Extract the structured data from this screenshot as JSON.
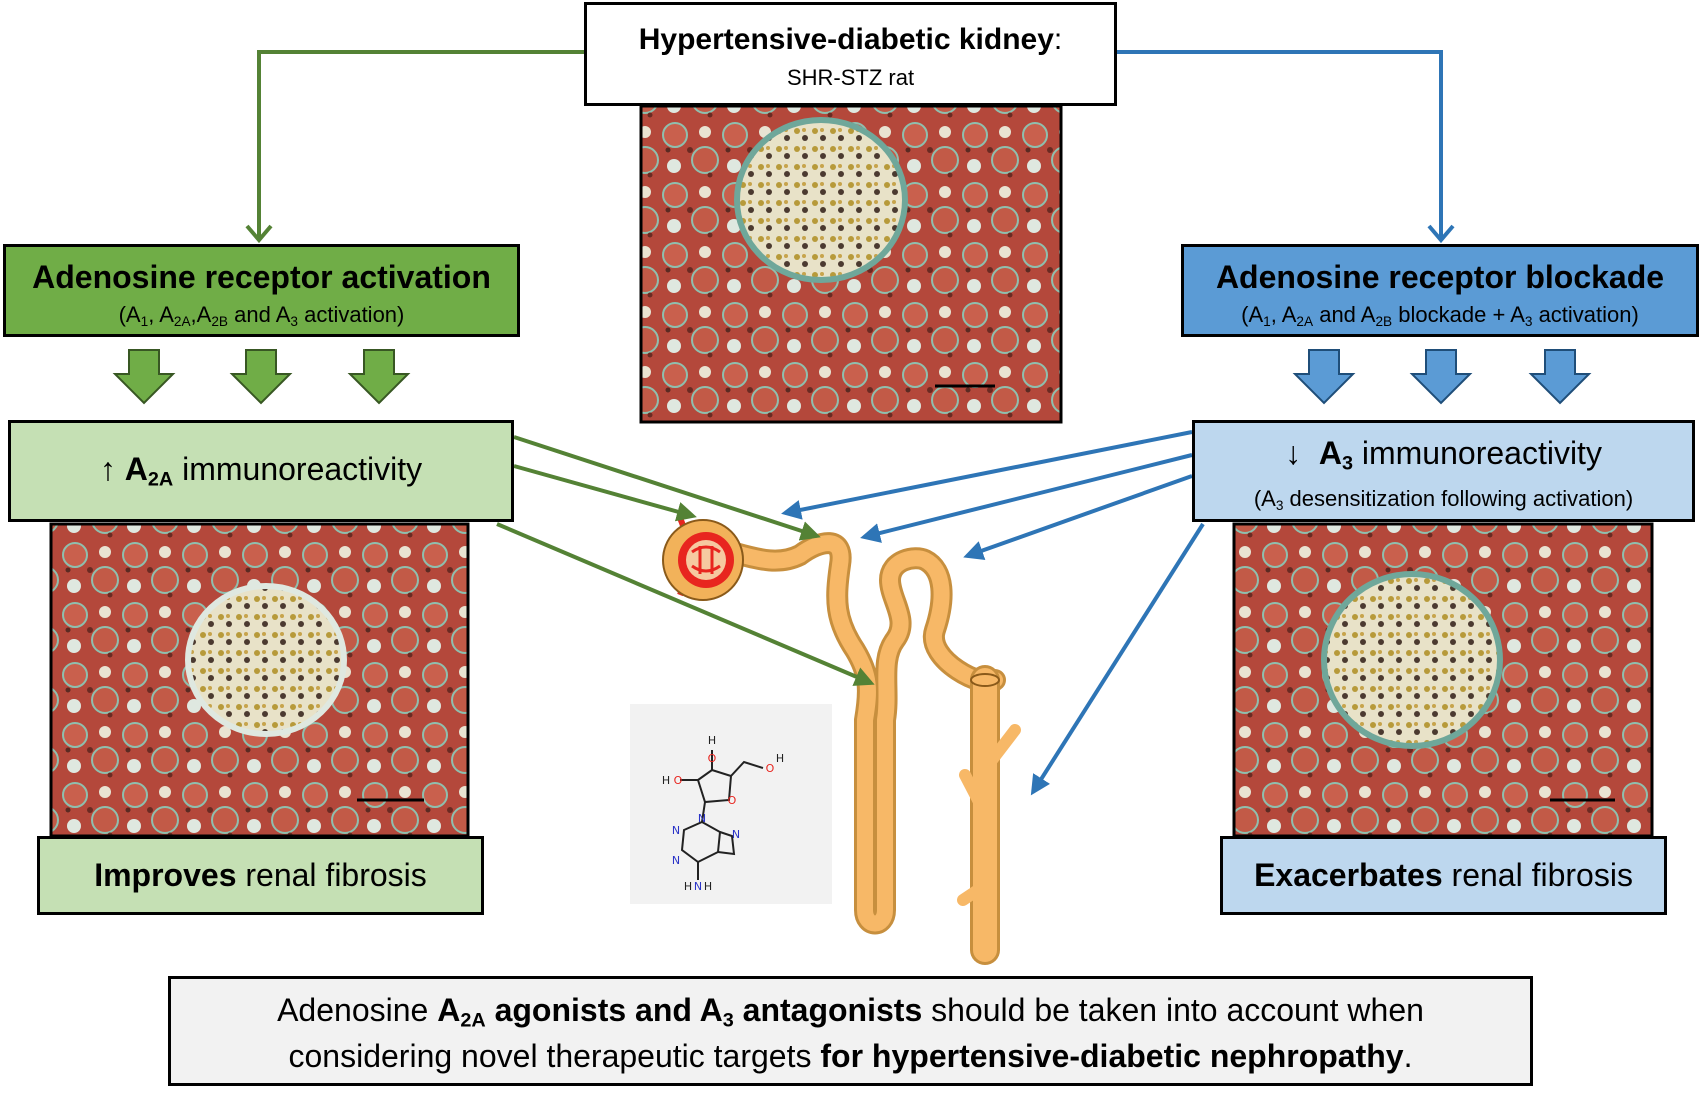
{
  "top": {
    "title": "Hypertensive-diabetic kidney",
    "colon": ":",
    "subtitle": "SHR-STZ rat"
  },
  "left": {
    "heading": "Adenosine receptor activation",
    "sub": {
      "open": "(A",
      "s1": "1",
      "t1": ", A",
      "s2": "2A",
      "t2": ",A",
      "s3": "2B",
      "t3": " and A",
      "s4": "3",
      "t4": " activation)"
    },
    "ir": {
      "arrow": "↑",
      "a": "A",
      "sub": "2A",
      "rest": " immunoreactivity"
    },
    "result": {
      "bold": "Improves",
      "rest": " renal fibrosis"
    }
  },
  "right": {
    "heading": "Adenosine receptor blockade",
    "sub": {
      "open": "(A",
      "s1": "1",
      "t1": ", A",
      "s2": "2A",
      "t2": " and A",
      "s3": "2B",
      "t3": " blockade + A",
      "s4": "3",
      "t4": " activation)"
    },
    "ir": {
      "arrow": "↓",
      "a": "A",
      "sub": "3",
      "rest": " immunoreactivity",
      "note_a": "(A",
      "note_sub": "3",
      "note_rest": " desensitization following activation)"
    },
    "result": {
      "bold": "Exacerbates",
      "rest": " renal fibrosis"
    }
  },
  "conclusion": {
    "p1": "Adenosine ",
    "b1": "A",
    "b1sub": "2A",
    "b2": " agonists and A",
    "b2sub": "3",
    "b3": " antagonists",
    "p2": " should be taken into account when",
    "p3": "considering novel therapeutic targets ",
    "b4": "for hypertensive-diabetic nephropathy",
    "p4": "."
  },
  "molecule": {
    "atoms": [
      {
        "id": "a1",
        "text": "H"
      },
      {
        "id": "a2",
        "text": "O"
      },
      {
        "id": "a3",
        "text": "H"
      },
      {
        "id": "a4",
        "text": "O"
      },
      {
        "id": "a5",
        "text": "O"
      },
      {
        "id": "a6",
        "text": "O"
      },
      {
        "id": "a7",
        "text": "H"
      },
      {
        "id": "a8",
        "text": "N"
      },
      {
        "id": "a9",
        "text": "N"
      },
      {
        "id": "a10",
        "text": "N"
      },
      {
        "id": "a11",
        "text": "N"
      },
      {
        "id": "a12",
        "text": "N"
      },
      {
        "id": "a13",
        "text": "H"
      },
      {
        "id": "a14",
        "text": "H"
      }
    ]
  },
  "colors": {
    "green_dark": "#548235",
    "green_fill": "#70ad47",
    "green_light": "#c5e0b4",
    "blue_dark": "#2e75b6",
    "blue_fill": "#5b9bd5",
    "blue_light": "#bdd7ee",
    "tissue_red": "#b5473a",
    "tissue_teal": "#6fa79a",
    "nephron": "#f7b867"
  },
  "icons": [
    "glomerulus-icon",
    "nephron-tubule-icon",
    "adenosine-molecule-icon",
    "histology-image"
  ]
}
